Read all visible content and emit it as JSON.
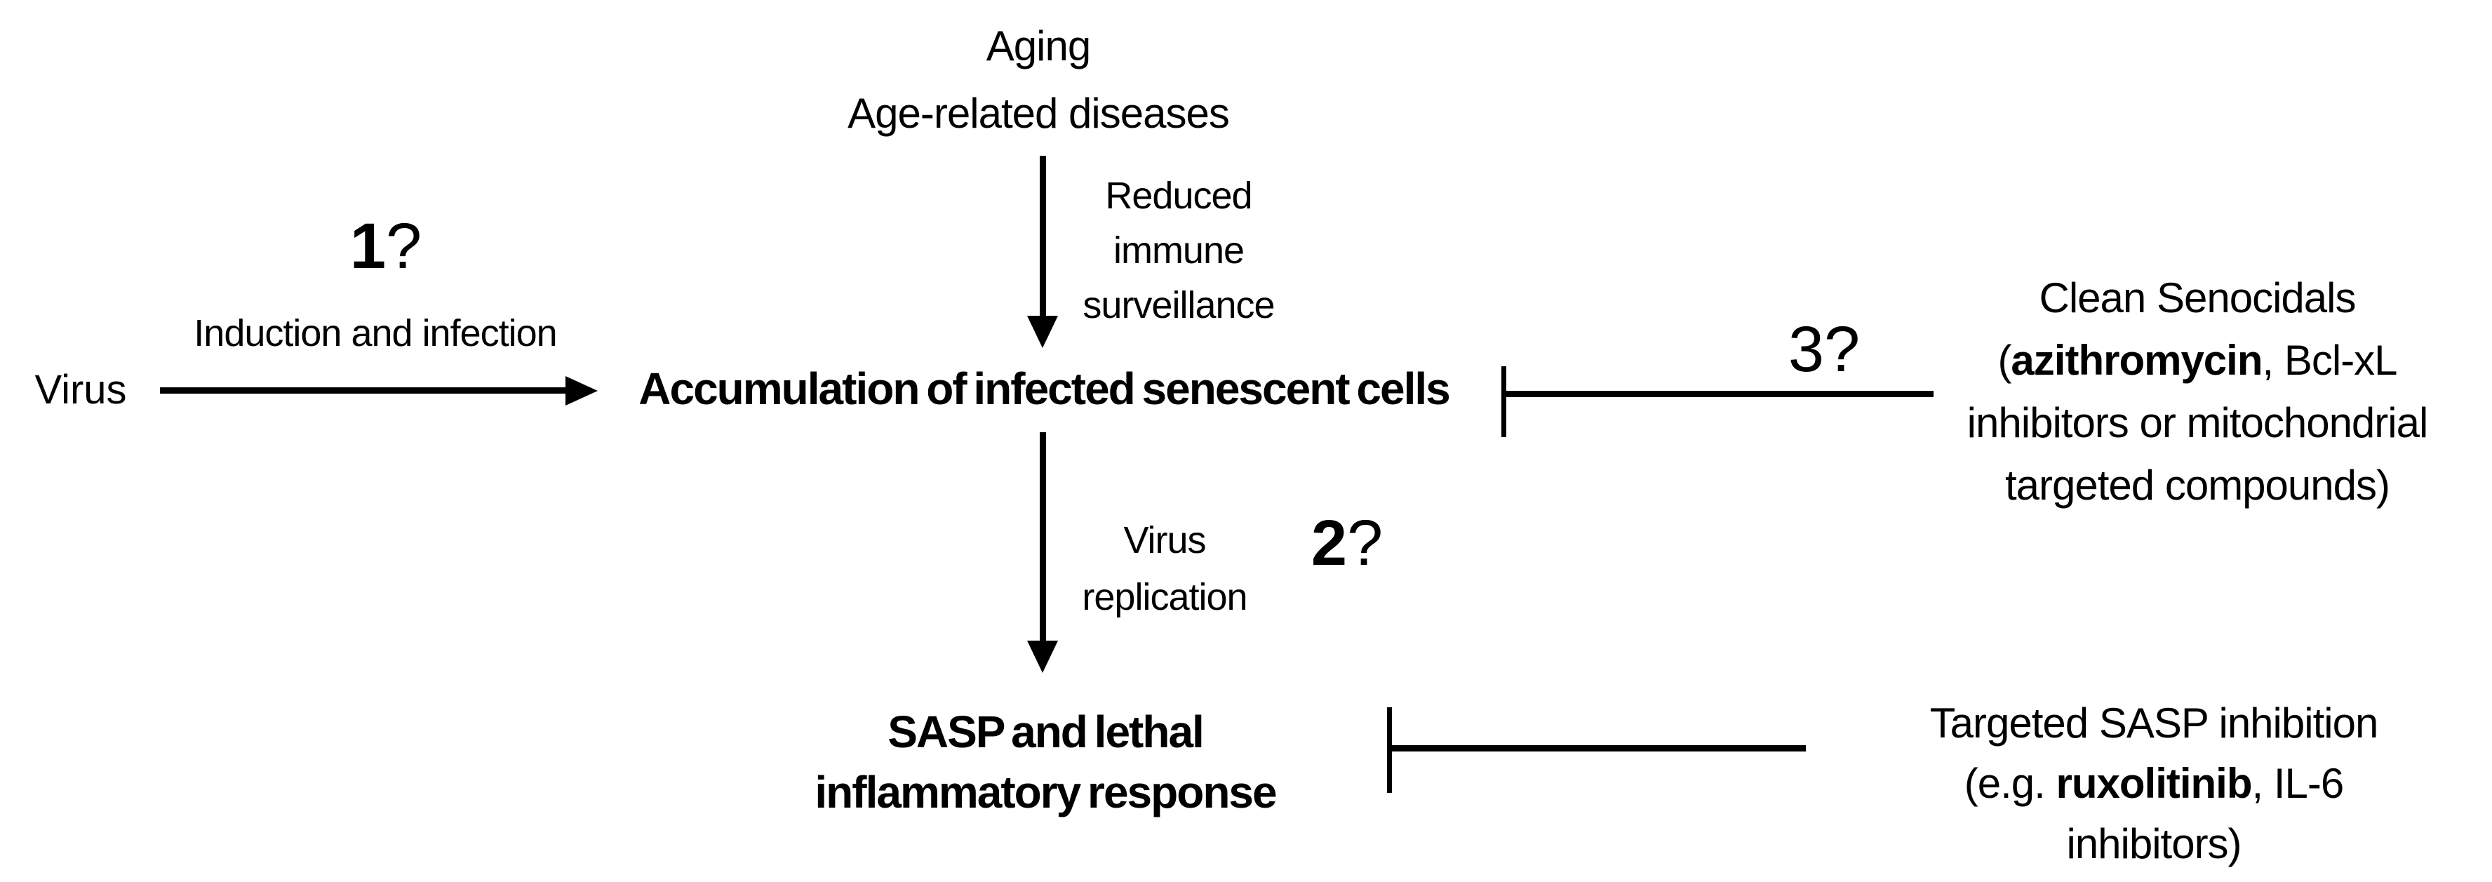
{
  "diagram": {
    "background_color": "#ffffff",
    "ink_color": "#000000",
    "top_cause": {
      "line1": "Aging",
      "line2": "Age-related diseases"
    },
    "immune_arrow_label": {
      "line1": "Reduced",
      "line2": "immune",
      "line3": "surveillance"
    },
    "virus_source": "Virus",
    "edge_1": {
      "number": "1",
      "question_mark": "?",
      "label": "Induction and infection"
    },
    "node_accumulation": "Accumulation of infected senescent cells",
    "edge_3": {
      "number": "3",
      "question_mark": "?"
    },
    "senocidals_block": {
      "line1": "Clean Senocidals",
      "line2_prefix": "(",
      "line2_bold": "azithromycin",
      "line2_suffix": ", Bcl-xL",
      "line3": "inhibitors or mitochondrial",
      "line4": "targeted compounds)"
    },
    "edge_2": {
      "number": "2",
      "question_mark": "?",
      "label_line1": "Virus",
      "label_line2": "replication"
    },
    "node_sasp": {
      "line1": "SASP and lethal",
      "line2": "inflammatory response"
    },
    "sasp_inhibition_block": {
      "line1": "Targeted SASP inhibition",
      "line2_prefix": "(e.g. ",
      "line2_bold": "ruxolitinib",
      "line2_suffix": ", IL-6",
      "line3": "inhibitors)"
    }
  }
}
